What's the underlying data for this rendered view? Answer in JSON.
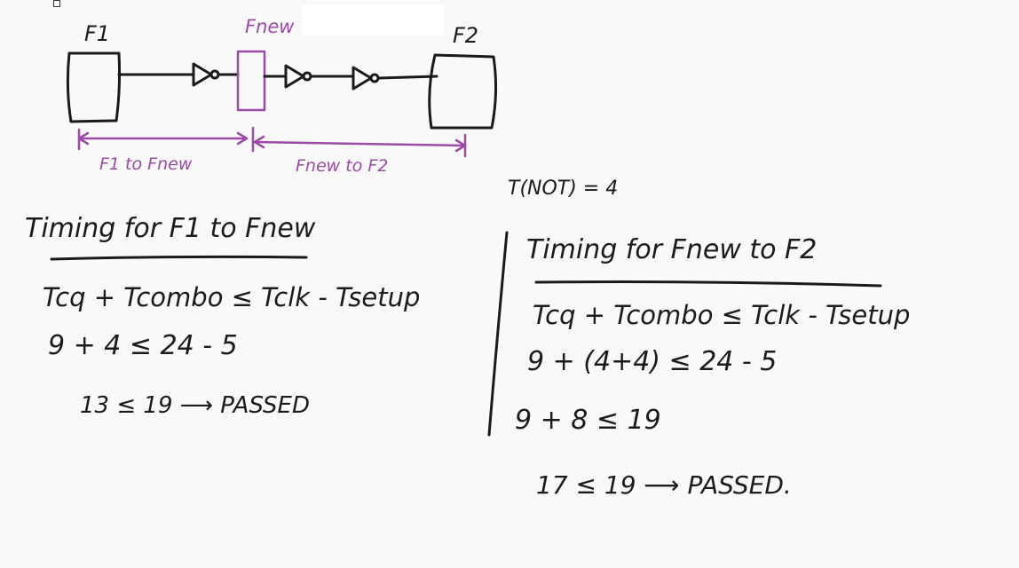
{
  "diagram": {
    "labels": {
      "f1": "F1",
      "fnew": "Fnew",
      "f2": "F2"
    },
    "spans": {
      "left": "F1 to Fnew",
      "right": "Fnew to F2"
    }
  },
  "tnot": "T(NOT) = 4",
  "left_block": {
    "title": "Timing for F1 to Fnew",
    "line1": "Tcq + Tcombo ≤ Tclk - Tsetup",
    "line2": "9 +  4  ≤ 24 - 5",
    "line3": "13 ≤ 19 ⟶ PASSED"
  },
  "right_block": {
    "title": "Timing for Fnew to F2",
    "line1": "Tcq + Tcombo ≤ Tclk - Tsetup",
    "line2": "9 + (4+4) ≤ 24 - 5",
    "line3": "9 + 8  ≤ 19",
    "line4": "17 ≤ 19 ⟶ PASSED."
  },
  "colors": {
    "ink": "#1a1a1a",
    "annotation": "#9b4aa6",
    "background": "#f9f9f9"
  }
}
